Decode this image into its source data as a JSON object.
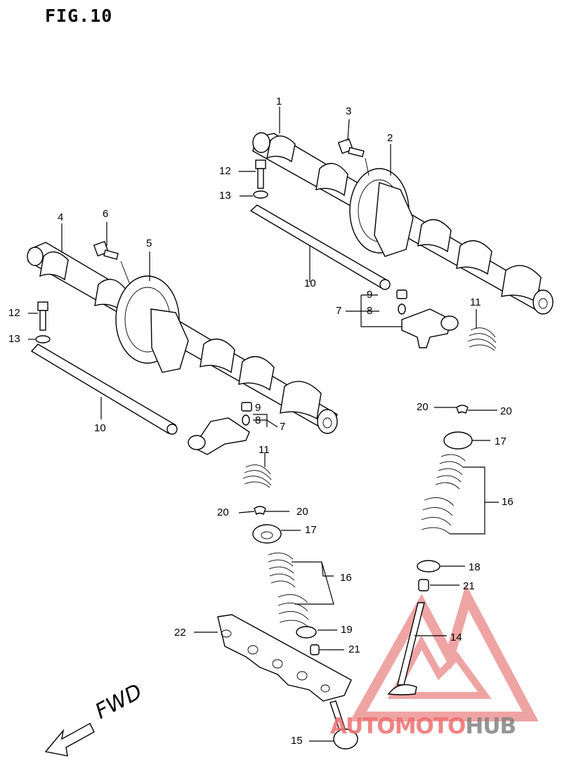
{
  "title": "FIG.10",
  "direction_label": "FWD",
  "watermark": {
    "brand_a": "AUTOMOTO",
    "brand_b": "HUB",
    "color_a": "#ee6e6e",
    "color_b": "#828282"
  },
  "callouts": [
    {
      "id": "c1",
      "text": "1"
    },
    {
      "id": "c2",
      "text": "2"
    },
    {
      "id": "c3",
      "text": "3"
    },
    {
      "id": "c4",
      "text": "4"
    },
    {
      "id": "c5",
      "text": "5"
    },
    {
      "id": "c6",
      "text": "6"
    },
    {
      "id": "c7a",
      "text": "7"
    },
    {
      "id": "c7b",
      "text": "7"
    },
    {
      "id": "c8a",
      "text": "8"
    },
    {
      "id": "c8b",
      "text": "8"
    },
    {
      "id": "c9a",
      "text": "9"
    },
    {
      "id": "c9b",
      "text": "9"
    },
    {
      "id": "c10a",
      "text": "10"
    },
    {
      "id": "c10b",
      "text": "10"
    },
    {
      "id": "c11a",
      "text": "11"
    },
    {
      "id": "c11b",
      "text": "11"
    },
    {
      "id": "c12a",
      "text": "12"
    },
    {
      "id": "c12b",
      "text": "12"
    },
    {
      "id": "c13a",
      "text": "13"
    },
    {
      "id": "c13b",
      "text": "13"
    },
    {
      "id": "c14",
      "text": "14"
    },
    {
      "id": "c15",
      "text": "15"
    },
    {
      "id": "c16a",
      "text": "16"
    },
    {
      "id": "c16b",
      "text": "16"
    },
    {
      "id": "c17a",
      "text": "17"
    },
    {
      "id": "c17b",
      "text": "17"
    },
    {
      "id": "c18",
      "text": "18"
    },
    {
      "id": "c19",
      "text": "19"
    },
    {
      "id": "c20a",
      "text": "20"
    },
    {
      "id": "c20b",
      "text": "20"
    },
    {
      "id": "c20c",
      "text": "20"
    },
    {
      "id": "c20d",
      "text": "20"
    },
    {
      "id": "c21a",
      "text": "21"
    },
    {
      "id": "c21b",
      "text": "21"
    },
    {
      "id": "c22",
      "text": "22"
    }
  ]
}
